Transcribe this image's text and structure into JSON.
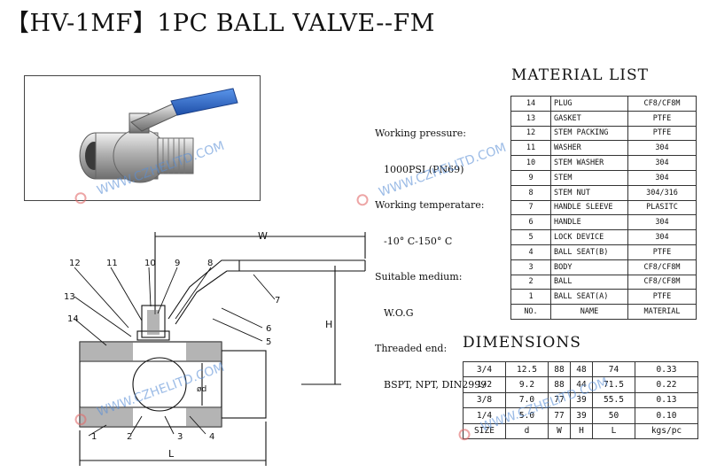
{
  "title": "【HV-1MF】1PC BALL VALVE--FM",
  "specs": [
    {
      "label": "Working pressure:",
      "value": "1000PSI (PN69)"
    },
    {
      "label": "Working temperatare:",
      "value": "-10° C-150° C"
    },
    {
      "label": "Suitable medium:",
      "value": "W.O.G"
    },
    {
      "label": "Threaded end:",
      "value": "BSPT, NPT, DIN2999"
    }
  ],
  "material_list": {
    "title": "MATERIAL LIST",
    "header": {
      "no": "NO.",
      "name": "NAME",
      "material": "MATERIAL"
    },
    "rows": [
      {
        "no": "14",
        "name": "PLUG",
        "material": "CF8/CF8M"
      },
      {
        "no": "13",
        "name": "GASKET",
        "material": "PTFE"
      },
      {
        "no": "12",
        "name": "STEM PACKING",
        "material": "PTFE"
      },
      {
        "no": "11",
        "name": "WASHER",
        "material": "304"
      },
      {
        "no": "10",
        "name": "STEM WASHER",
        "material": "304"
      },
      {
        "no": "9",
        "name": "STEM",
        "material": "304"
      },
      {
        "no": "8",
        "name": "STEM NUT",
        "material": "304/316"
      },
      {
        "no": "7",
        "name": "HANDLE SLEEVE",
        "material": "PLASITC"
      },
      {
        "no": "6",
        "name": "HANDLE",
        "material": "304"
      },
      {
        "no": "5",
        "name": "LOCK DEVICE",
        "material": "304"
      },
      {
        "no": "4",
        "name": "BALL SEAT(B)",
        "material": "PTFE"
      },
      {
        "no": "3",
        "name": "BODY",
        "material": "CF8/CF8M"
      },
      {
        "no": "2",
        "name": "BALL",
        "material": "CF8/CF8M"
      },
      {
        "no": "1",
        "name": "BALL SEAT(A)",
        "material": "PTFE"
      }
    ]
  },
  "dimensions": {
    "title": "DIMENSIONS",
    "rows": [
      [
        "3/4",
        "12.5",
        "88",
        "48",
        "74",
        "0.33"
      ],
      [
        "1/2",
        "9.2",
        "88",
        "44",
        "71.5",
        "0.22"
      ],
      [
        "3/8",
        "7.0",
        "77",
        "39",
        "55.5",
        "0.13"
      ],
      [
        "1/4",
        "5.0",
        "77",
        "39",
        "50",
        "0.10"
      ]
    ],
    "header": [
      "SIZE",
      "d",
      "W",
      "H",
      "L",
      "kgs/pc"
    ]
  },
  "drawing": {
    "callouts": [
      "12",
      "11",
      "10",
      "9",
      "8",
      "13",
      "14",
      "7",
      "6",
      "5",
      "1",
      "2",
      "3",
      "4"
    ],
    "dim_labels": {
      "w": "W",
      "h": "H",
      "d": "ød",
      "l": "L"
    }
  },
  "watermark": "WWW.CZHELITD.COM",
  "colors": {
    "handle": "#2f6fd6",
    "watermark": "#5a8fd6",
    "body_metal": "#b8b8b8"
  }
}
